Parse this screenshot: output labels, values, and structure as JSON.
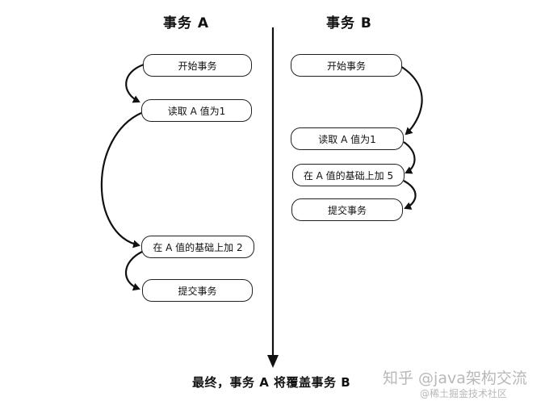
{
  "diagram": {
    "transaction_a": {
      "title": "事务 A",
      "steps": [
        "开始事务",
        "读取 A 值为1",
        "在 A 值的基础上加 2",
        "提交事务"
      ]
    },
    "transaction_b": {
      "title": "事务 B",
      "steps": [
        "开始事务",
        "读取 A 值为1",
        "在 A 值的基础上加 5",
        "提交事务"
      ]
    },
    "conclusion": "最终，事务 A 将覆盖事务 B"
  },
  "watermark": {
    "line1": "知乎 @java架构交流",
    "line2": "@稀土掘金技术社区"
  }
}
